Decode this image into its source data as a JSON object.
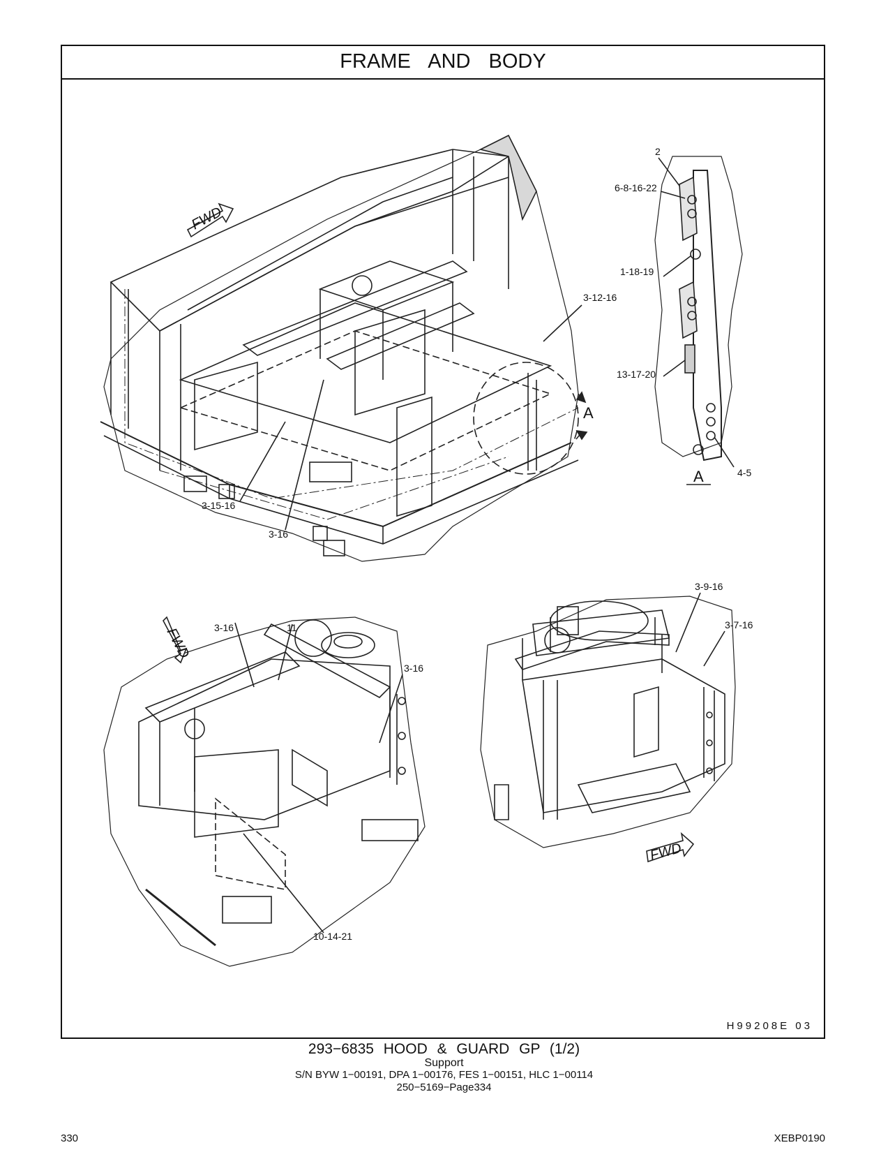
{
  "header": {
    "title": "FRAME AND BODY"
  },
  "callouts": {
    "main": [
      "3-12-16",
      "3-15-16",
      "3-16"
    ],
    "detail_a": [
      "2",
      "6-8-16-22",
      "1-18-19",
      "13-17-20",
      "4-5"
    ],
    "lower_left": [
      "3-16",
      "11",
      "3-16",
      "10-14-21"
    ],
    "lower_right": [
      "3-9-16",
      "3-7-16"
    ]
  },
  "view_labels": {
    "detail": "A"
  },
  "fwd_label": "FWD",
  "reference_code": "H99208E   03",
  "caption": {
    "title": "293−6835  HOOD & GUARD GP (1/2)",
    "subtitle": "Support",
    "serial_numbers": "S/N BYW 1−00191, DPA 1−00176, FES 1−00151, HLC 1−00114",
    "page_ref": "250−5169−Page334"
  },
  "footer": {
    "page_number": "330",
    "document_code": "XEBP0190"
  }
}
